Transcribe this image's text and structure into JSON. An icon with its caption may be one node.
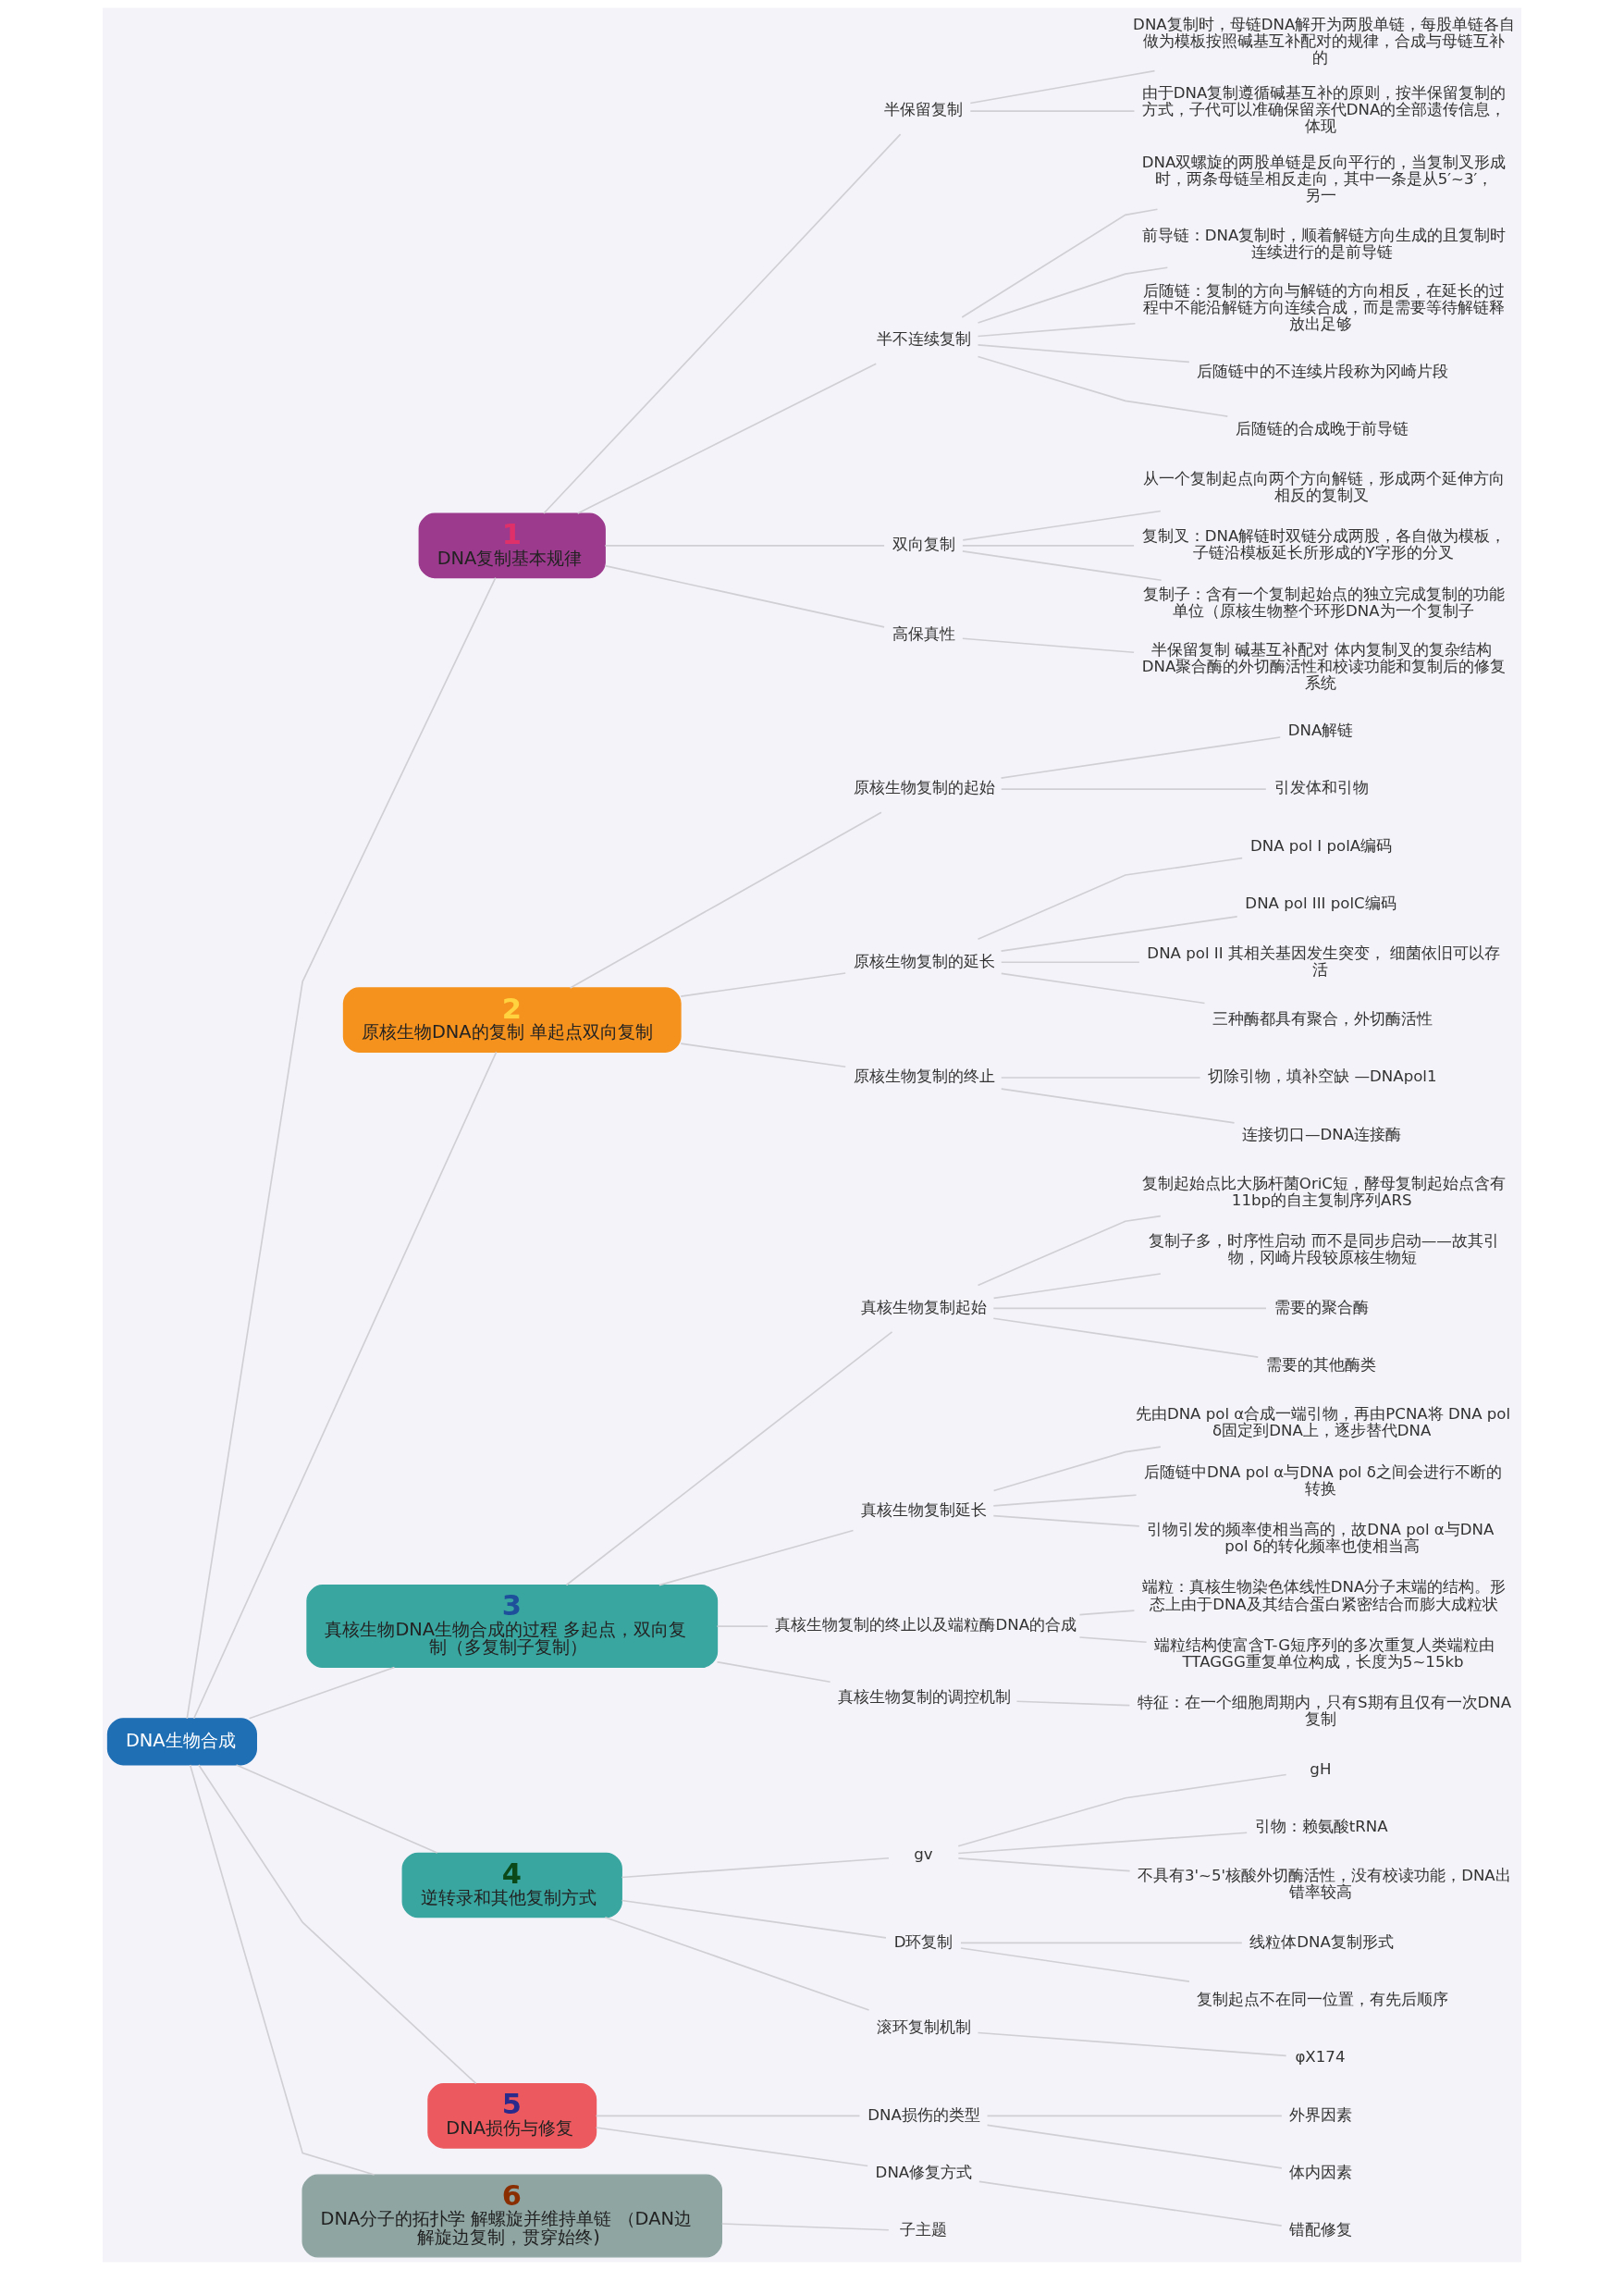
{
  "diagram": {
    "nodes": [
      {
        "text": [
          "DNA生物合成"
        ]
      },
      {
        "text": [
          "1",
          "DNA复制基本规律"
        ]
      },
      {
        "text": [
          "半保留复制"
        ]
      },
      {
        "text": [
          "DNA复制时，母链DNA解开为两股单链，每股单链各自做为模板按照碱基互补配对的规律，合成与母链互补的"
        ]
      },
      {
        "text": [
          "由于DNA复制遵循碱基互补的原则，按半保留复制的方式，子代可以准确保留亲代DNA的全部遗传信息，体现"
        ]
      },
      {
        "text": [
          "半不连续复制"
        ]
      },
      {
        "text": [
          "DNA双螺旋的两股单链是反向平行的，当复制叉形成时，两条母链呈相反走向，其中一条是从5′~3′，另一"
        ]
      },
      {
        "text": [
          "前导链：DNA复制时，顺着解链方向生成的且复制时连续进行的是前导链"
        ]
      },
      {
        "text": [
          "后随链：复制的方向与解链的方向相反，在延长的过程中不能沿解链方向连续合成，而是需要等待解链释放出足够"
        ]
      },
      {
        "text": [
          "后随链中的不连续片段称为冈崎片段"
        ]
      },
      {
        "text": [
          "后随链的合成晚于前导链"
        ]
      },
      {
        "text": [
          "双向复制"
        ]
      },
      {
        "text": [
          "从一个复制起点向两个方向解链，形成两个延伸方向相反的复制叉"
        ]
      },
      {
        "text": [
          "复制叉：DNA解链时双链分成两股，各自做为模板，子链沿模板延长所形成的Y字形的分叉"
        ]
      },
      {
        "text": [
          "复制子：含有一个复制起始点的独立完成复制的功能单位（原核生物整个环形DNA为一个复制子"
        ]
      },
      {
        "text": [
          "高保真性"
        ]
      },
      {
        "text": [
          "半保留复制 碱基互补配对 体内复制叉的复杂结构 DNA聚合酶的外切酶活性和校读功能和复制后的修复系统"
        ]
      },
      {
        "text": [
          "2",
          "原核生物DNA的复制 单起点双向复制"
        ]
      },
      {
        "text": [
          "原核生物复制的起始"
        ]
      },
      {
        "text": [
          "DNA解链"
        ]
      },
      {
        "text": [
          "引发体和引物"
        ]
      },
      {
        "text": [
          "原核生物复制的延长"
        ]
      },
      {
        "text": [
          "DNA pol I polA编码"
        ]
      },
      {
        "text": [
          "DNA pol III polC编码"
        ]
      },
      {
        "text": [
          "DNA pol II 其相关基因发生突变， 细菌依旧可以存活"
        ]
      },
      {
        "text": [
          "三种酶都具有聚合，外切酶活性"
        ]
      },
      {
        "text": [
          "原核生物复制的终止"
        ]
      },
      {
        "text": [
          "切除引物，填补空缺 —DNApol1"
        ]
      },
      {
        "text": [
          "连接切口—DNA连接酶"
        ]
      },
      {
        "text": [
          "3",
          "真核生物DNA生物合成的过程 多起点，双向复制（多复制子复制）"
        ]
      },
      {
        "text": [
          "真核生物复制起始"
        ]
      },
      {
        "text": [
          "复制起始点比大肠杆菌OriC短，酵母复制起始点含有11bp的自主复制序列ARS"
        ]
      },
      {
        "text": [
          "复制子多，时序性启动 而不是同步启动——故其引物，冈崎片段较原核生物短"
        ]
      },
      {
        "text": [
          "需要的聚合酶"
        ]
      },
      {
        "text": [
          "需要的其他酶类"
        ]
      },
      {
        "text": [
          "真核生物复制延长"
        ]
      },
      {
        "text": [
          "先由DNA pol α合成一端引物，再由PCNA将 DNA pol δ固定到DNA上，逐步替代DNA"
        ]
      },
      {
        "text": [
          "后随链中DNA pol α与DNA pol δ之间会进行不断的转换"
        ]
      },
      {
        "text": [
          "引物引发的频率使相当高的，故DNA pol α与DNA pol δ的转化频率也使相当高"
        ]
      },
      {
        "text": [
          "真核生物复制的终止以及端粒酶DNA的合成"
        ]
      },
      {
        "text": [
          "端粒：真核生物染色体线性DNA分子末端的结构。形态上由于DNA及其结合蛋白紧密结合而膨大成粒状"
        ]
      },
      {
        "text": [
          "端粒结构使富含T-G短序列的多次重复人类端粒由TTAGGG重复单位构成，长度为5~15kb"
        ]
      },
      {
        "text": [
          "真核生物复制的调控机制"
        ]
      },
      {
        "text": [
          "特征：在一个细胞周期内，只有S期有且仅有一次DNA复制"
        ]
      },
      {
        "text": [
          "4",
          "逆转录和其他复制方式"
        ]
      },
      {
        "text": [
          "gv"
        ]
      },
      {
        "text": [
          "gH"
        ]
      },
      {
        "text": [
          "引物：赖氨酸tRNA"
        ]
      },
      {
        "text": [
          "不具有3'~5'核酸外切酶活性，没有校读功能，DNA出错率较高"
        ]
      },
      {
        "text": [
          "D环复制"
        ]
      },
      {
        "text": [
          "线粒体DNA复制形式"
        ]
      },
      {
        "text": [
          "复制起点不在同一位置，有先后顺序"
        ]
      },
      {
        "text": [
          "滚环复制机制"
        ]
      },
      {
        "text": [
          "φX174"
        ]
      },
      {
        "text": [
          "5",
          "DNA损伤与修复"
        ]
      },
      {
        "text": [
          "DNA损伤的类型"
        ]
      },
      {
        "text": [
          "外界因素"
        ]
      },
      {
        "text": [
          "体内因素"
        ]
      },
      {
        "text": [
          "DNA修复方式"
        ]
      },
      {
        "text": [
          "错配修复"
        ]
      },
      {
        "text": [
          "6",
          "DNA分子的拓扑学 解螺旋并维持单链 （DAN边解旋边复制，贯穿始终)"
        ]
      },
      {
        "text": [
          "子主题"
        ]
      }
    ],
    "edges": [
      {
        "from": 0,
        "to": 1,
        "arrow": "none"
      },
      {
        "from": 1,
        "to": 2,
        "arrow": "none"
      },
      {
        "from": 2,
        "to": 3,
        "arrow": "none"
      },
      {
        "from": 2,
        "to": 4,
        "arrow": "none"
      },
      {
        "from": 1,
        "to": 5,
        "arrow": "none"
      },
      {
        "from": 5,
        "to": 6,
        "arrow": "none"
      },
      {
        "from": 5,
        "to": 7,
        "arrow": "none"
      },
      {
        "from": 5,
        "to": 8,
        "arrow": "none"
      },
      {
        "from": 5,
        "to": 9,
        "arrow": "none"
      },
      {
        "from": 5,
        "to": 10,
        "arrow": "none"
      },
      {
        "from": 1,
        "to": 11,
        "arrow": "none"
      },
      {
        "from": 11,
        "to": 12,
        "arrow": "none"
      },
      {
        "from": 11,
        "to": 13,
        "arrow": "none"
      },
      {
        "from": 11,
        "to": 14,
        "arrow": "none"
      },
      {
        "from": 1,
        "to": 15,
        "arrow": "none"
      },
      {
        "from": 15,
        "to": 16,
        "arrow": "none"
      },
      {
        "from": 0,
        "to": 17,
        "arrow": "none"
      },
      {
        "from": 17,
        "to": 18,
        "arrow": "none"
      },
      {
        "from": 18,
        "to": 19,
        "arrow": "none"
      },
      {
        "from": 18,
        "to": 20,
        "arrow": "none"
      },
      {
        "from": 17,
        "to": 21,
        "arrow": "none"
      },
      {
        "from": 21,
        "to": 22,
        "arrow": "none"
      },
      {
        "from": 21,
        "to": 23,
        "arrow": "none"
      },
      {
        "from": 21,
        "to": 24,
        "arrow": "none"
      },
      {
        "from": 21,
        "to": 25,
        "arrow": "none"
      },
      {
        "from": 17,
        "to": 26,
        "arrow": "none"
      },
      {
        "from": 26,
        "to": 27,
        "arrow": "none"
      },
      {
        "from": 26,
        "to": 28,
        "arrow": "none"
      },
      {
        "from": 0,
        "to": 29,
        "arrow": "none"
      },
      {
        "from": 29,
        "to": 30,
        "arrow": "none"
      },
      {
        "from": 30,
        "to": 31,
        "arrow": "none"
      },
      {
        "from": 30,
        "to": 32,
        "arrow": "none"
      },
      {
        "from": 30,
        "to": 33,
        "arrow": "none"
      },
      {
        "from": 30,
        "to": 34,
        "arrow": "none"
      },
      {
        "from": 29,
        "to": 35,
        "arrow": "none"
      },
      {
        "from": 35,
        "to": 36,
        "arrow": "none"
      },
      {
        "from": 35,
        "to": 37,
        "arrow": "none"
      },
      {
        "from": 35,
        "to": 38,
        "arrow": "none"
      },
      {
        "from": 29,
        "to": 39,
        "arrow": "none"
      },
      {
        "from": 39,
        "to": 40,
        "arrow": "none"
      },
      {
        "from": 39,
        "to": 41,
        "arrow": "none"
      },
      {
        "from": 29,
        "to": 42,
        "arrow": "none"
      },
      {
        "from": 42,
        "to": 43,
        "arrow": "none"
      },
      {
        "from": 0,
        "to": 44,
        "arrow": "none"
      },
      {
        "from": 44,
        "to": 45,
        "arrow": "none"
      },
      {
        "from": 45,
        "to": 46,
        "arrow": "none"
      },
      {
        "from": 45,
        "to": 47,
        "arrow": "none"
      },
      {
        "from": 45,
        "to": 48,
        "arrow": "none"
      },
      {
        "from": 44,
        "to": 49,
        "arrow": "none"
      },
      {
        "from": 49,
        "to": 50,
        "arrow": "none"
      },
      {
        "from": 49,
        "to": 51,
        "arrow": "none"
      },
      {
        "from": 44,
        "to": 52,
        "arrow": "none"
      },
      {
        "from": 52,
        "to": 53,
        "arrow": "none"
      },
      {
        "from": 0,
        "to": 54,
        "arrow": "none"
      },
      {
        "from": 54,
        "to": 55,
        "arrow": "none"
      },
      {
        "from": 55,
        "to": 56,
        "arrow": "none"
      },
      {
        "from": 55,
        "to": 57,
        "arrow": "none"
      },
      {
        "from": 54,
        "to": 58,
        "arrow": "none"
      },
      {
        "from": 58,
        "to": 59,
        "arrow": "none"
      },
      {
        "from": 0,
        "to": 60,
        "arrow": "none"
      },
      {
        "from": 60,
        "to": 61,
        "arrow": "none"
      }
    ]
  }
}
